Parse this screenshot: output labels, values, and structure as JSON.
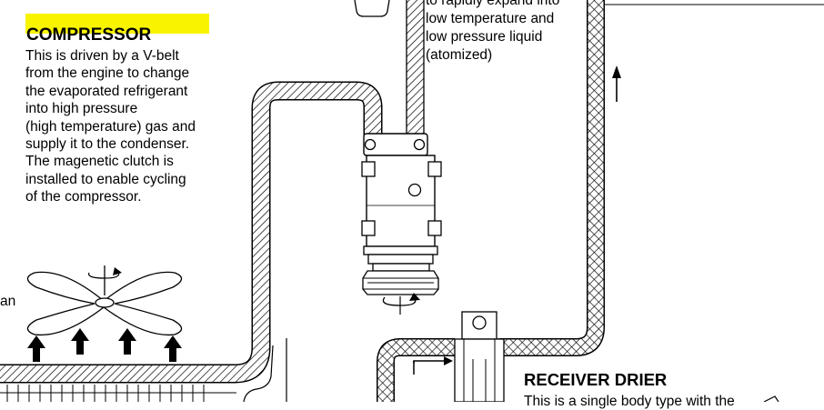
{
  "compressor": {
    "title": "COMPRESSOR",
    "lines": [
      "This is driven by a V-belt",
      "from the engine to change",
      "the evaporated refrigerant",
      "into high pressure",
      "(high temperature) gas and",
      "supply it to the condenser.",
      "The magenetic clutch is",
      "installed to enable cycling",
      "of the compressor."
    ]
  },
  "expansion_note": {
    "lines": [
      "to rapidly expand into",
      "low temperature and",
      "low pressure liquid",
      "(atomized)"
    ]
  },
  "fan_label_fragment": "an",
  "receiver": {
    "title": "RECEIVER DRIER",
    "first_line_fragment": "This is a single body type with the"
  },
  "colors": {
    "highlight": "#f8f400",
    "line": "#000000",
    "background": "#ffffff"
  }
}
